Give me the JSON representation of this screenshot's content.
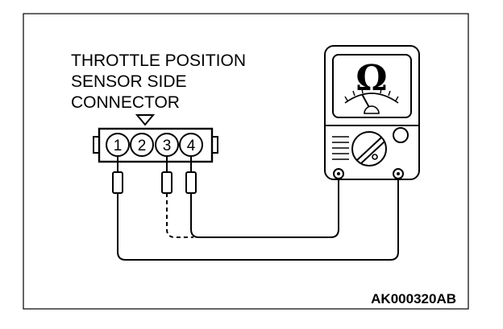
{
  "connector_label": {
    "line1": "THROTTLE POSITION",
    "line2": "SENSOR SIDE",
    "line3": "CONNECTOR"
  },
  "pins": [
    "1",
    "2",
    "3",
    "4"
  ],
  "meter": {
    "symbol": "Ω",
    "icon": "ohmmeter-icon"
  },
  "figure_code": "AK000320AB",
  "colors": {
    "line": "#000000",
    "background": "#ffffff"
  }
}
